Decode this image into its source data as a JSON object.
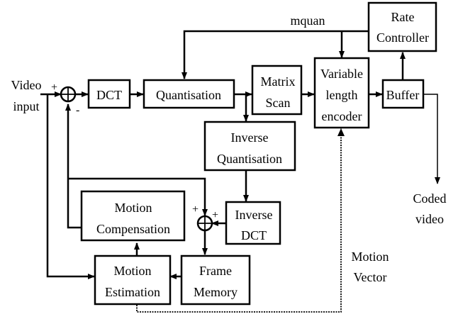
{
  "diagram": {
    "title": "Video encoder block diagram",
    "blocks": {
      "dct": {
        "lines": [
          "DCT"
        ]
      },
      "quantisation": {
        "lines": [
          "Quantisation"
        ]
      },
      "matrix_scan": {
        "lines": [
          "Matrix",
          "Scan"
        ]
      },
      "vlc": {
        "lines": [
          "Variable",
          "length",
          "encoder"
        ]
      },
      "buffer": {
        "lines": [
          "Buffer"
        ]
      },
      "rate_controller": {
        "lines": [
          "Rate",
          "Controller"
        ]
      },
      "inverse_quantisation": {
        "lines": [
          "Inverse",
          "Quantisation"
        ]
      },
      "inverse_dct": {
        "lines": [
          "Inverse",
          "DCT"
        ]
      },
      "motion_compensation": {
        "lines": [
          "Motion",
          "Compensation"
        ]
      },
      "motion_estimation": {
        "lines": [
          "Motion",
          "Estimation"
        ]
      },
      "frame_memory": {
        "lines": [
          "Frame",
          "Memory"
        ]
      }
    },
    "labels": {
      "video_input": [
        "Video",
        "input"
      ],
      "mquan": "mquan",
      "coded_video": [
        "Coded",
        "video"
      ],
      "motion_vector": [
        "Motion",
        "Vector"
      ]
    },
    "signs": {
      "sum1_plus": "+",
      "sum1_minus": "-",
      "sum2_plus_top": "+",
      "sum2_plus_right": "+"
    },
    "connections": [
      {
        "from": "video_input",
        "to": "summer_1",
        "sign": "+"
      },
      {
        "from": "summer_1",
        "to": "dct"
      },
      {
        "from": "dct",
        "to": "quantisation"
      },
      {
        "from": "quantisation",
        "to": "matrix_scan"
      },
      {
        "from": "quantisation",
        "to": "inverse_quantisation"
      },
      {
        "from": "matrix_scan",
        "to": "vlc"
      },
      {
        "from": "vlc",
        "to": "buffer"
      },
      {
        "from": "buffer",
        "to": "rate_controller"
      },
      {
        "from": "buffer",
        "to": "coded_video"
      },
      {
        "from": "rate_controller",
        "to": "quantisation",
        "label": "mquan"
      },
      {
        "from": "rate_controller",
        "to": "vlc",
        "label": "mquan"
      },
      {
        "from": "inverse_quantisation",
        "to": "inverse_dct"
      },
      {
        "from": "inverse_dct",
        "to": "summer_2",
        "sign": "+"
      },
      {
        "from": "motion_compensation",
        "to": "summer_2",
        "sign": "+"
      },
      {
        "from": "motion_compensation",
        "to": "summer_1",
        "sign": "-"
      },
      {
        "from": "summer_2",
        "to": "frame_memory"
      },
      {
        "from": "frame_memory",
        "to": "motion_estimation"
      },
      {
        "from": "video_input",
        "to": "motion_estimation"
      },
      {
        "from": "motion_estimation",
        "to": "motion_compensation"
      },
      {
        "from": "motion_estimation",
        "to": "vlc",
        "label": "Motion Vector",
        "style": "dotted"
      }
    ]
  }
}
